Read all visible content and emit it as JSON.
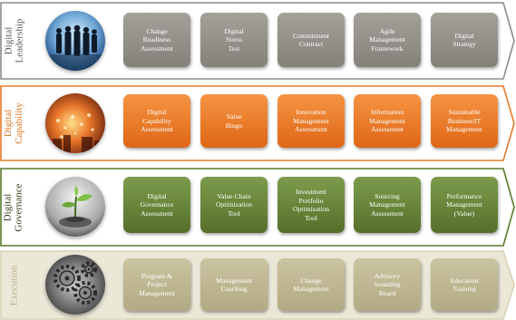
{
  "rows": [
    {
      "label": "Digital\nLeadership",
      "label_color": "#555555",
      "border_color": "#8c8c8c",
      "fill_color": "#ffffff",
      "image_icon": "business-people-silhouette-icon",
      "boxes": [
        "Change\nReadiness\nAssessment",
        "Digital\nStress\nTest",
        "Commitment\nContract",
        "Agile\nManagement\nFramework",
        "Digital\nStrategy"
      ]
    },
    {
      "label": "Digital\nCapability",
      "label_color": "#e0741e",
      "border_color": "#e5782a",
      "fill_color": "#ffffff",
      "image_icon": "city-lights-icon",
      "boxes": [
        "Digital\nCapability\nAssessment",
        "Value\nBingo",
        "Innovation\nManagement\nAssessment",
        "Information\nManagement\nAssessment",
        "Sustainable\nBusiness/IT\nManagement"
      ]
    },
    {
      "label": "Digital\nGovernance",
      "label_color": "#2f3a14",
      "border_color": "#5a7a2a",
      "fill_color": "#ffffff",
      "image_icon": "plant-growing-icon",
      "boxes": [
        "Digital\nGovernance\nAssessment",
        "Value Chain\nOptimization\nTool",
        "Investment\nPortfolio\nOptimization\nTool",
        "Sourcing\nManagement\nAssessment",
        "Performance\nManagement\n(Value)"
      ]
    },
    {
      "label": "Execution",
      "label_color": "#b8b08a",
      "border_color": "#d8d2b4",
      "fill_color": "#ece8d8",
      "image_icon": "gears-icon",
      "boxes": [
        "Program &\nProject\nManagement",
        "Management\nCoaching",
        "Change\nManagement",
        "Advisory\nSounding\nBoard",
        "Education\nTraining"
      ]
    }
  ]
}
